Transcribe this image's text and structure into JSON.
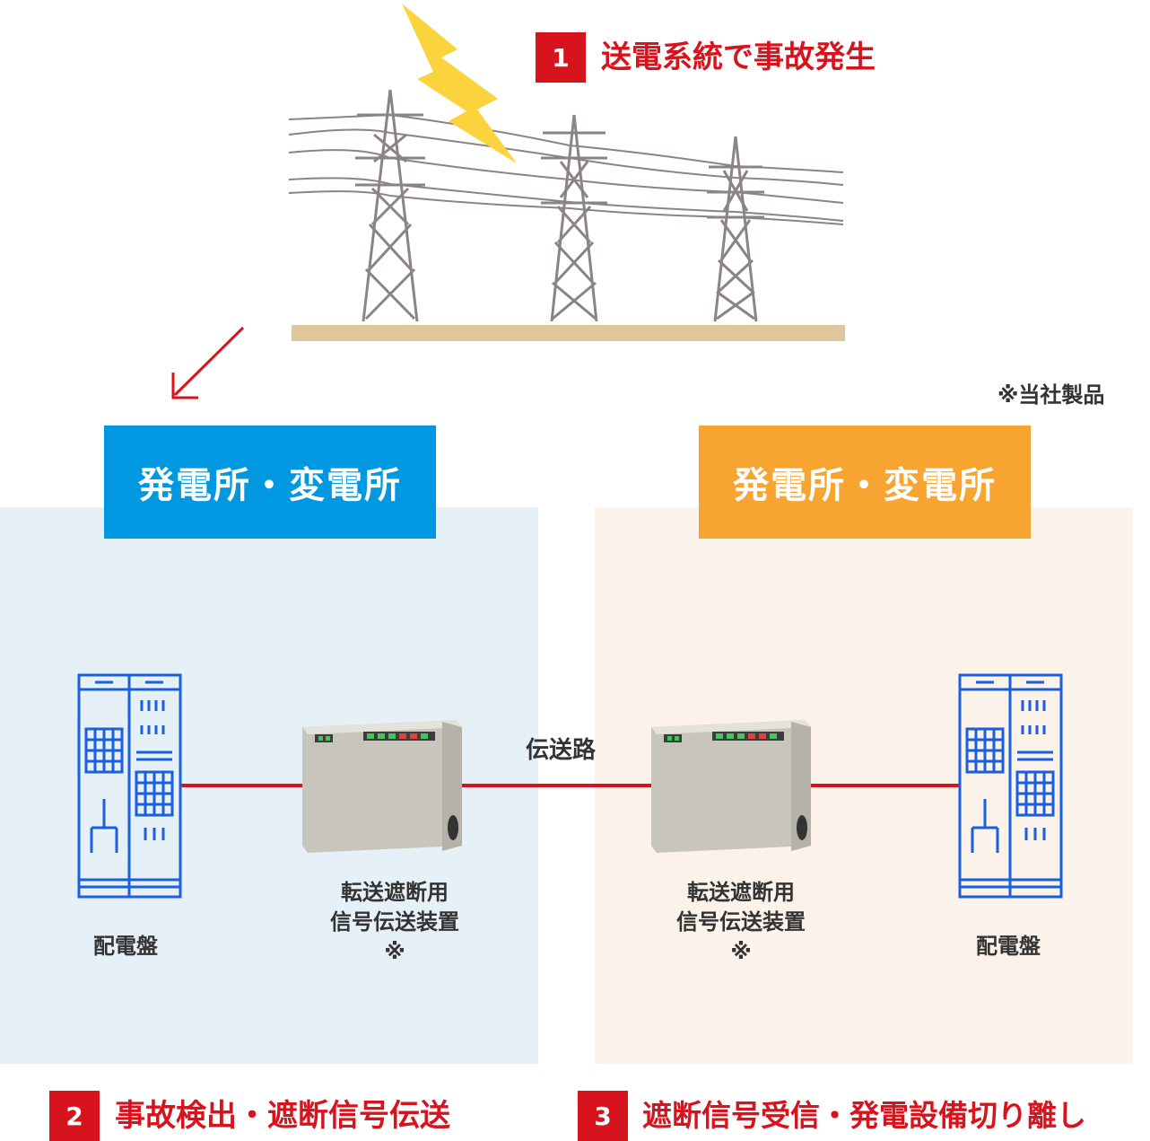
{
  "step1": {
    "number": "1",
    "label": "送電系統で事故発生"
  },
  "step2": {
    "number": "2",
    "label": "事故検出・遮断信号伝送"
  },
  "step3": {
    "number": "3",
    "label": "遮断信号受信・発電設備切り離し"
  },
  "note": "※当社製品",
  "left_station": {
    "title": "発電所・変電所",
    "color": "#0098e0",
    "bg": "#e6f1f7"
  },
  "right_station": {
    "title": "発電所・変電所",
    "color": "#f8a431",
    "bg": "#fbf3e9"
  },
  "left_panel_label": "配電盤",
  "right_panel_label": "配電盤",
  "left_device": {
    "line1": "転送遮断用",
    "line2": "信号伝送装置",
    "mark": "※"
  },
  "right_device": {
    "line1": "転送遮断用",
    "line2": "信号伝送装置",
    "mark": "※"
  },
  "transmission_path_label": "伝送路",
  "colors": {
    "accent_red": "#d7141e",
    "panel_blue": "#1a5fe0",
    "ground": "#dfc69d",
    "lightning": "#fbd33c",
    "tower": "#8a8482"
  },
  "icons": [
    "lightning-bolt-icon",
    "transmission-tower-icon",
    "switchboard-icon",
    "signal-transmission-device-icon",
    "arrow-down-left-icon"
  ]
}
